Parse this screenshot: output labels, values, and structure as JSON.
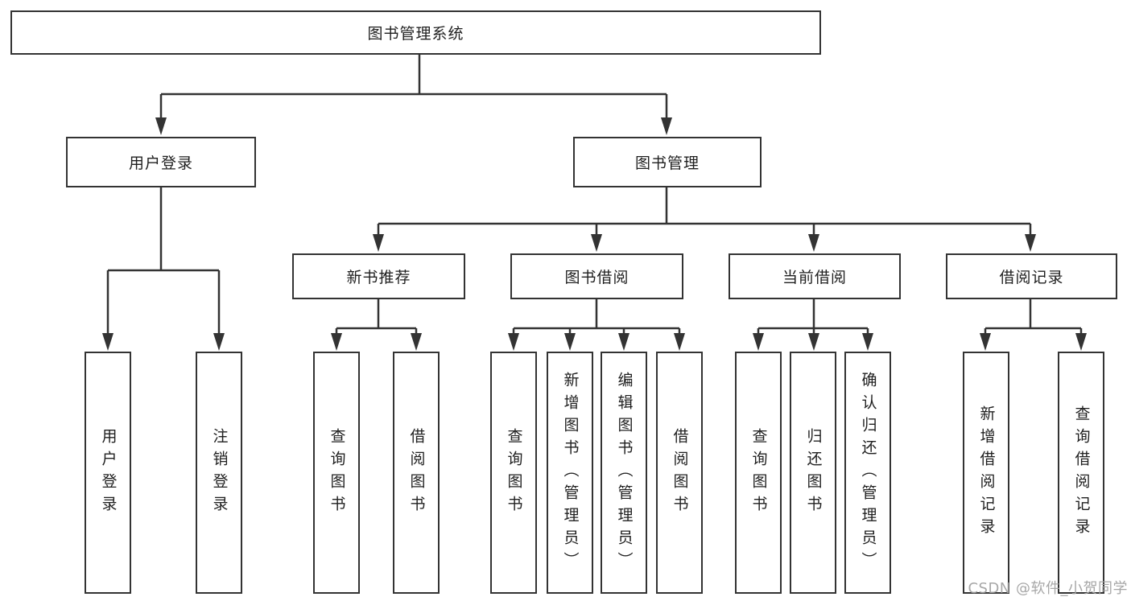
{
  "diagram": {
    "root": {
      "label": "图书管理系统"
    },
    "level1": [
      {
        "label": "用户登录"
      },
      {
        "label": "图书管理"
      }
    ],
    "level2": [
      {
        "label": "新书推荐"
      },
      {
        "label": "图书借阅"
      },
      {
        "label": "当前借阅"
      },
      {
        "label": "借阅记录"
      }
    ],
    "leaves": {
      "user_login": [
        "用户登录",
        "注销登录"
      ],
      "new_book_recommend": [
        "查询图书",
        "借阅图书"
      ],
      "book_borrow": [
        "查询图书",
        "新增图书（管理员）",
        "编辑图书（管理员）",
        "借阅图书"
      ],
      "current_borrow": [
        "查询图书",
        "归还图书",
        "确认归还（管理员）"
      ],
      "borrow_record": [
        "新增借阅记录",
        "查询借阅记录"
      ]
    }
  },
  "watermark": {
    "text": "CSDN @软件_小贺同学"
  },
  "colors": {
    "line": "#333333",
    "background": "#ffffff",
    "watermark": "#a3a3a3"
  }
}
